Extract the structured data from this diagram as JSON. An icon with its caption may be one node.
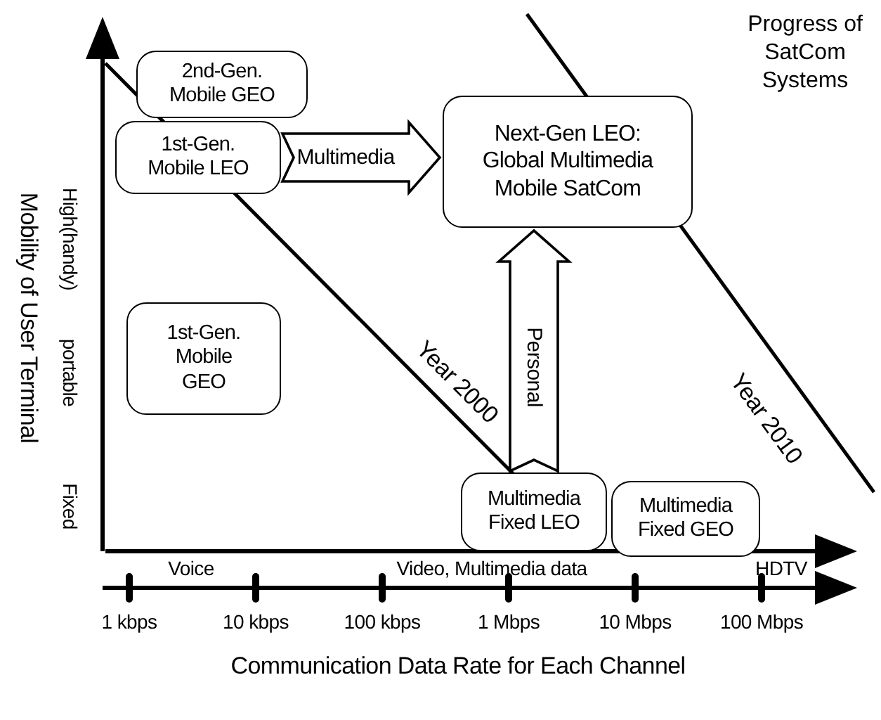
{
  "diagram": {
    "title": "Progress of SatCom Systems",
    "nodes": [
      {
        "text": [
          "2nd-Gen. Mobile GEO"
        ]
      },
      {
        "text": [
          "1st-Gen. Mobile LEO"
        ]
      },
      {
        "text": [
          "Next-Gen LEO: Global Multimedia Mobile SatCom"
        ]
      },
      {
        "text": [
          "1st-Gen. Mobile GEO"
        ]
      },
      {
        "text": [
          "Multimedia Fixed LEO"
        ]
      },
      {
        "text": [
          "Multimedia Fixed GEO"
        ]
      }
    ],
    "edges": [
      {
        "from": 1,
        "to": 2,
        "arrow": "to",
        "label": "Multimedia",
        "style": "thick"
      },
      {
        "from": 4,
        "to": 2,
        "arrow": "to",
        "label": "Personal",
        "style": "thick"
      }
    ],
    "labels": [
      "Year 2000",
      "Year 2010",
      "Mobility of User Terminal",
      "High(handy)",
      "portable",
      "Fixed",
      "Voice",
      "Video, Multimedia data",
      "HDTV",
      "1 kbps",
      "10 kbps",
      "100 kbps",
      "1 Mbps",
      "10 Mbps",
      "100 Mbps",
      "Communication Data Rate for Each Channel"
    ]
  }
}
